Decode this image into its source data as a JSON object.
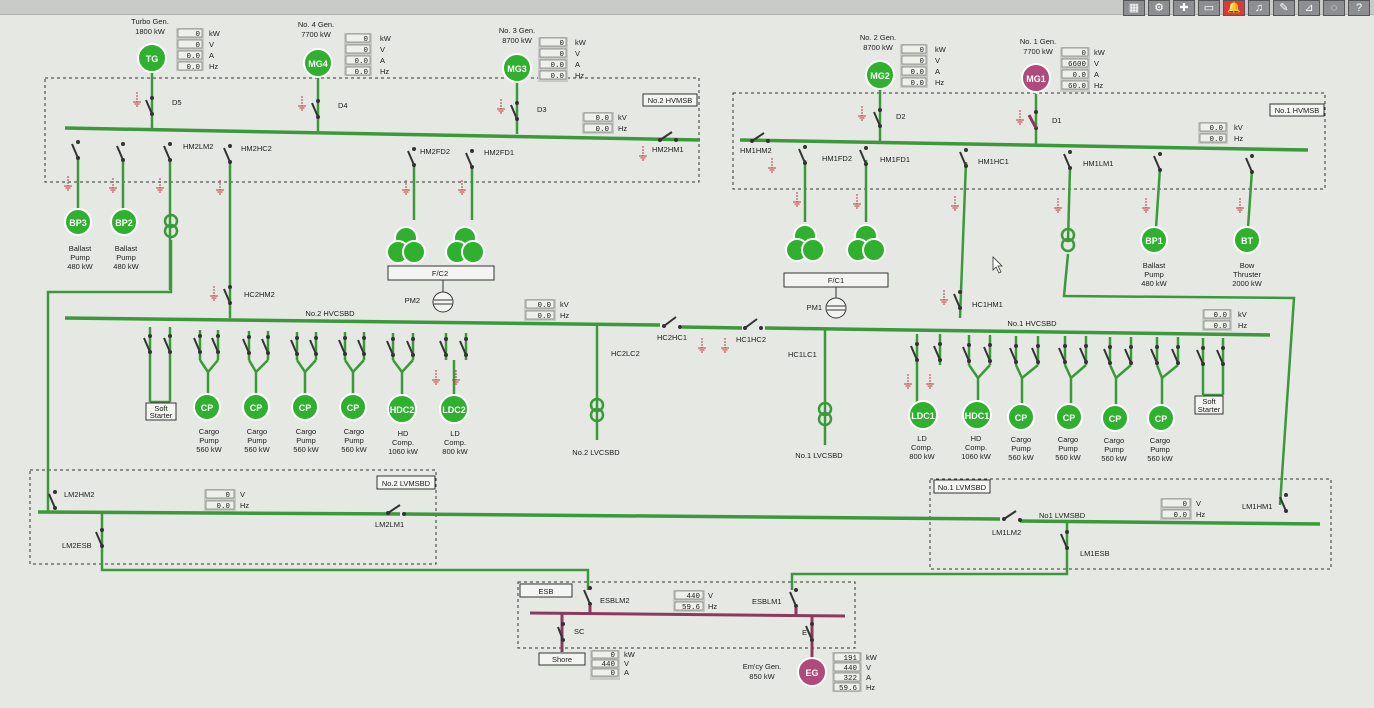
{
  "toolbar": {
    "icons": [
      "grid-icon",
      "settings-icon",
      "config-icon",
      "print-icon",
      "alarm-bell-icon",
      "sound-icon",
      "report-icon",
      "chart-icon",
      "chat-icon",
      "help-icon"
    ],
    "accent_alarm": "#d93a3a"
  },
  "colors": {
    "energized": "#3a9a3a",
    "dead": "#8b3a5e",
    "gen_on": "#2fb02f",
    "gen_off": "#b04a7a"
  },
  "generators": {
    "tg": {
      "name": "Turbo Gen.",
      "rating": "1800 kW",
      "symbol": "TG",
      "kw": "0",
      "v": "0",
      "a": "0.0",
      "hz": "0.0"
    },
    "mg4": {
      "name": "No. 4 Gen.",
      "rating": "7700 kW",
      "symbol": "MG4",
      "kw": "0",
      "v": "0",
      "a": "0.0",
      "hz": "0.0"
    },
    "mg3": {
      "name": "No. 3 Gen.",
      "rating": "8700 kW",
      "symbol": "MG3",
      "kw": "0",
      "v": "0",
      "a": "0.0",
      "hz": "0.0"
    },
    "mg2": {
      "name": "No. 2 Gen.",
      "rating": "8700 kW",
      "symbol": "MG2",
      "kw": "0",
      "v": "0",
      "a": "0.0",
      "hz": "0.0"
    },
    "mg1": {
      "name": "No. 1 Gen.",
      "rating": "7700 kW",
      "symbol": "MG1",
      "kw": "0",
      "v": "6600",
      "a": "0.0",
      "hz": "60.0"
    },
    "eg": {
      "name": "Em'cy Gen.",
      "rating": "850 kW",
      "symbol": "EG",
      "kw": "191",
      "v": "440",
      "a": "322",
      "hz": "59.6"
    }
  },
  "units": {
    "kw": "kW",
    "v": "V",
    "a": "A",
    "hz": "Hz",
    "kv": "kV"
  },
  "boards": {
    "hvmsb2": {
      "title": "No.2 HVMSB",
      "kv": "0.0",
      "hz": "0.0"
    },
    "hvmsb1": {
      "title": "No.1 HVMSB",
      "kv": "0.0",
      "hz": "0.0"
    },
    "hvcsbd2": {
      "title": "No.2 HVCSBD",
      "kv": "0.0",
      "hz": "0.0"
    },
    "hvcsbd1": {
      "title": "No.1 HVCSBD",
      "kv": "0.0",
      "hz": "0.0"
    },
    "lvmsbd2": {
      "title": "No.2 LVMSBD",
      "v": "0",
      "hz": "0.0"
    },
    "lvmsbd1": {
      "title": "No.1 LVMSBD",
      "bus_label": "No1 LVMSBD",
      "v": "0",
      "hz": "0.0"
    },
    "esb": {
      "title": "ESB",
      "v": "440",
      "hz": "59.6"
    },
    "shore": {
      "title": "Shore",
      "kw": "0",
      "v": "440",
      "a": "0"
    }
  },
  "breakers": {
    "d5": "D5",
    "d4": "D4",
    "d3": "D3",
    "d2": "D2",
    "d1": "D1",
    "hm2lm2": "HM2LM2",
    "hm2hc2": "HM2HC2",
    "hm2fd2": "HM2FD2",
    "hm2fd1": "HM2FD1",
    "hm2hm1": "HM2HM1",
    "hm1hm2": "HM1HM2",
    "hm1fd2": "HM1FD2",
    "hm1fd1": "HM1FD1",
    "hm1hc1": "HM1HC1",
    "hm1lm1": "HM1LM1",
    "hc2hm2": "HC2HM2",
    "hc1hm1": "HC1HM1",
    "hc2hc1": "HC2HC1",
    "hc1hc2": "HC1HC2",
    "hc2lc2": "HC2LC2",
    "hc1lc1": "HC1LC1",
    "lm2hm2": "LM2HM2",
    "lm2lm1": "LM2LM1",
    "lm2esb": "LM2ESB",
    "lm1hm1": "LM1HM1",
    "lm1lm2": "LM1LM2",
    "lm1esb": "LM1ESB",
    "esblm2": "ESBLM2",
    "esblm1": "ESBLM1",
    "sc": "SC",
    "e": "E"
  },
  "transformers": {
    "fc2": "F/C2",
    "fc1": "F/C1",
    "pm2": "PM2",
    "pm1": "PM1",
    "lvcsbd2": "No.2 LVCSBD",
    "lvcsbd1": "No.1 LVCSBD"
  },
  "loads": {
    "bp3": {
      "symbol": "BP3",
      "l1": "Ballast",
      "l2": "Pump",
      "l3": "480 kW"
    },
    "bp2": {
      "symbol": "BP2",
      "l1": "Ballast",
      "l2": "Pump",
      "l3": "480 kW"
    },
    "bp1": {
      "symbol": "BP1",
      "l1": "Ballast",
      "l2": "Pump",
      "l3": "480 kW"
    },
    "bt": {
      "symbol": "BT",
      "l1": "Bow",
      "l2": "Thruster",
      "l3": "2000 kW"
    },
    "ss2": {
      "l1": "Soft",
      "l2": "Starter"
    },
    "ss1": {
      "l1": "Soft",
      "l2": "Starter"
    },
    "cp2a": {
      "symbol": "CP",
      "l1": "Cargo",
      "l2": "Pump",
      "l3": "560 kW"
    },
    "cp2b": {
      "symbol": "CP",
      "l1": "Cargo",
      "l2": "Pump",
      "l3": "560 kW"
    },
    "cp2c": {
      "symbol": "CP",
      "l1": "Cargo",
      "l2": "Pump",
      "l3": "560 kW"
    },
    "cp2d": {
      "symbol": "CP",
      "l1": "Cargo",
      "l2": "Pump",
      "l3": "560 kW"
    },
    "hdc2": {
      "symbol": "HDC2",
      "l1": "HD",
      "l2": "Comp.",
      "l3": "1060 kW"
    },
    "ldc2": {
      "symbol": "LDC2",
      "l1": "LD",
      "l2": "Comp.",
      "l3": "800 kW"
    },
    "ldc1": {
      "symbol": "LDC1",
      "l1": "LD",
      "l2": "Comp.",
      "l3": "800 kW"
    },
    "hdc1": {
      "symbol": "HDC1",
      "l1": "HD",
      "l2": "Comp.",
      "l3": "1060 kW"
    },
    "cp1a": {
      "symbol": "CP",
      "l1": "Cargo",
      "l2": "Pump",
      "l3": "560 kW"
    },
    "cp1b": {
      "symbol": "CP",
      "l1": "Cargo",
      "l2": "Pump",
      "l3": "560 kW"
    },
    "cp1c": {
      "symbol": "CP",
      "l1": "Cargo",
      "l2": "Pump",
      "l3": "560 kW"
    },
    "cp1d": {
      "symbol": "CP",
      "l1": "Cargo",
      "l2": "Pump",
      "l3": "560 kW"
    }
  }
}
